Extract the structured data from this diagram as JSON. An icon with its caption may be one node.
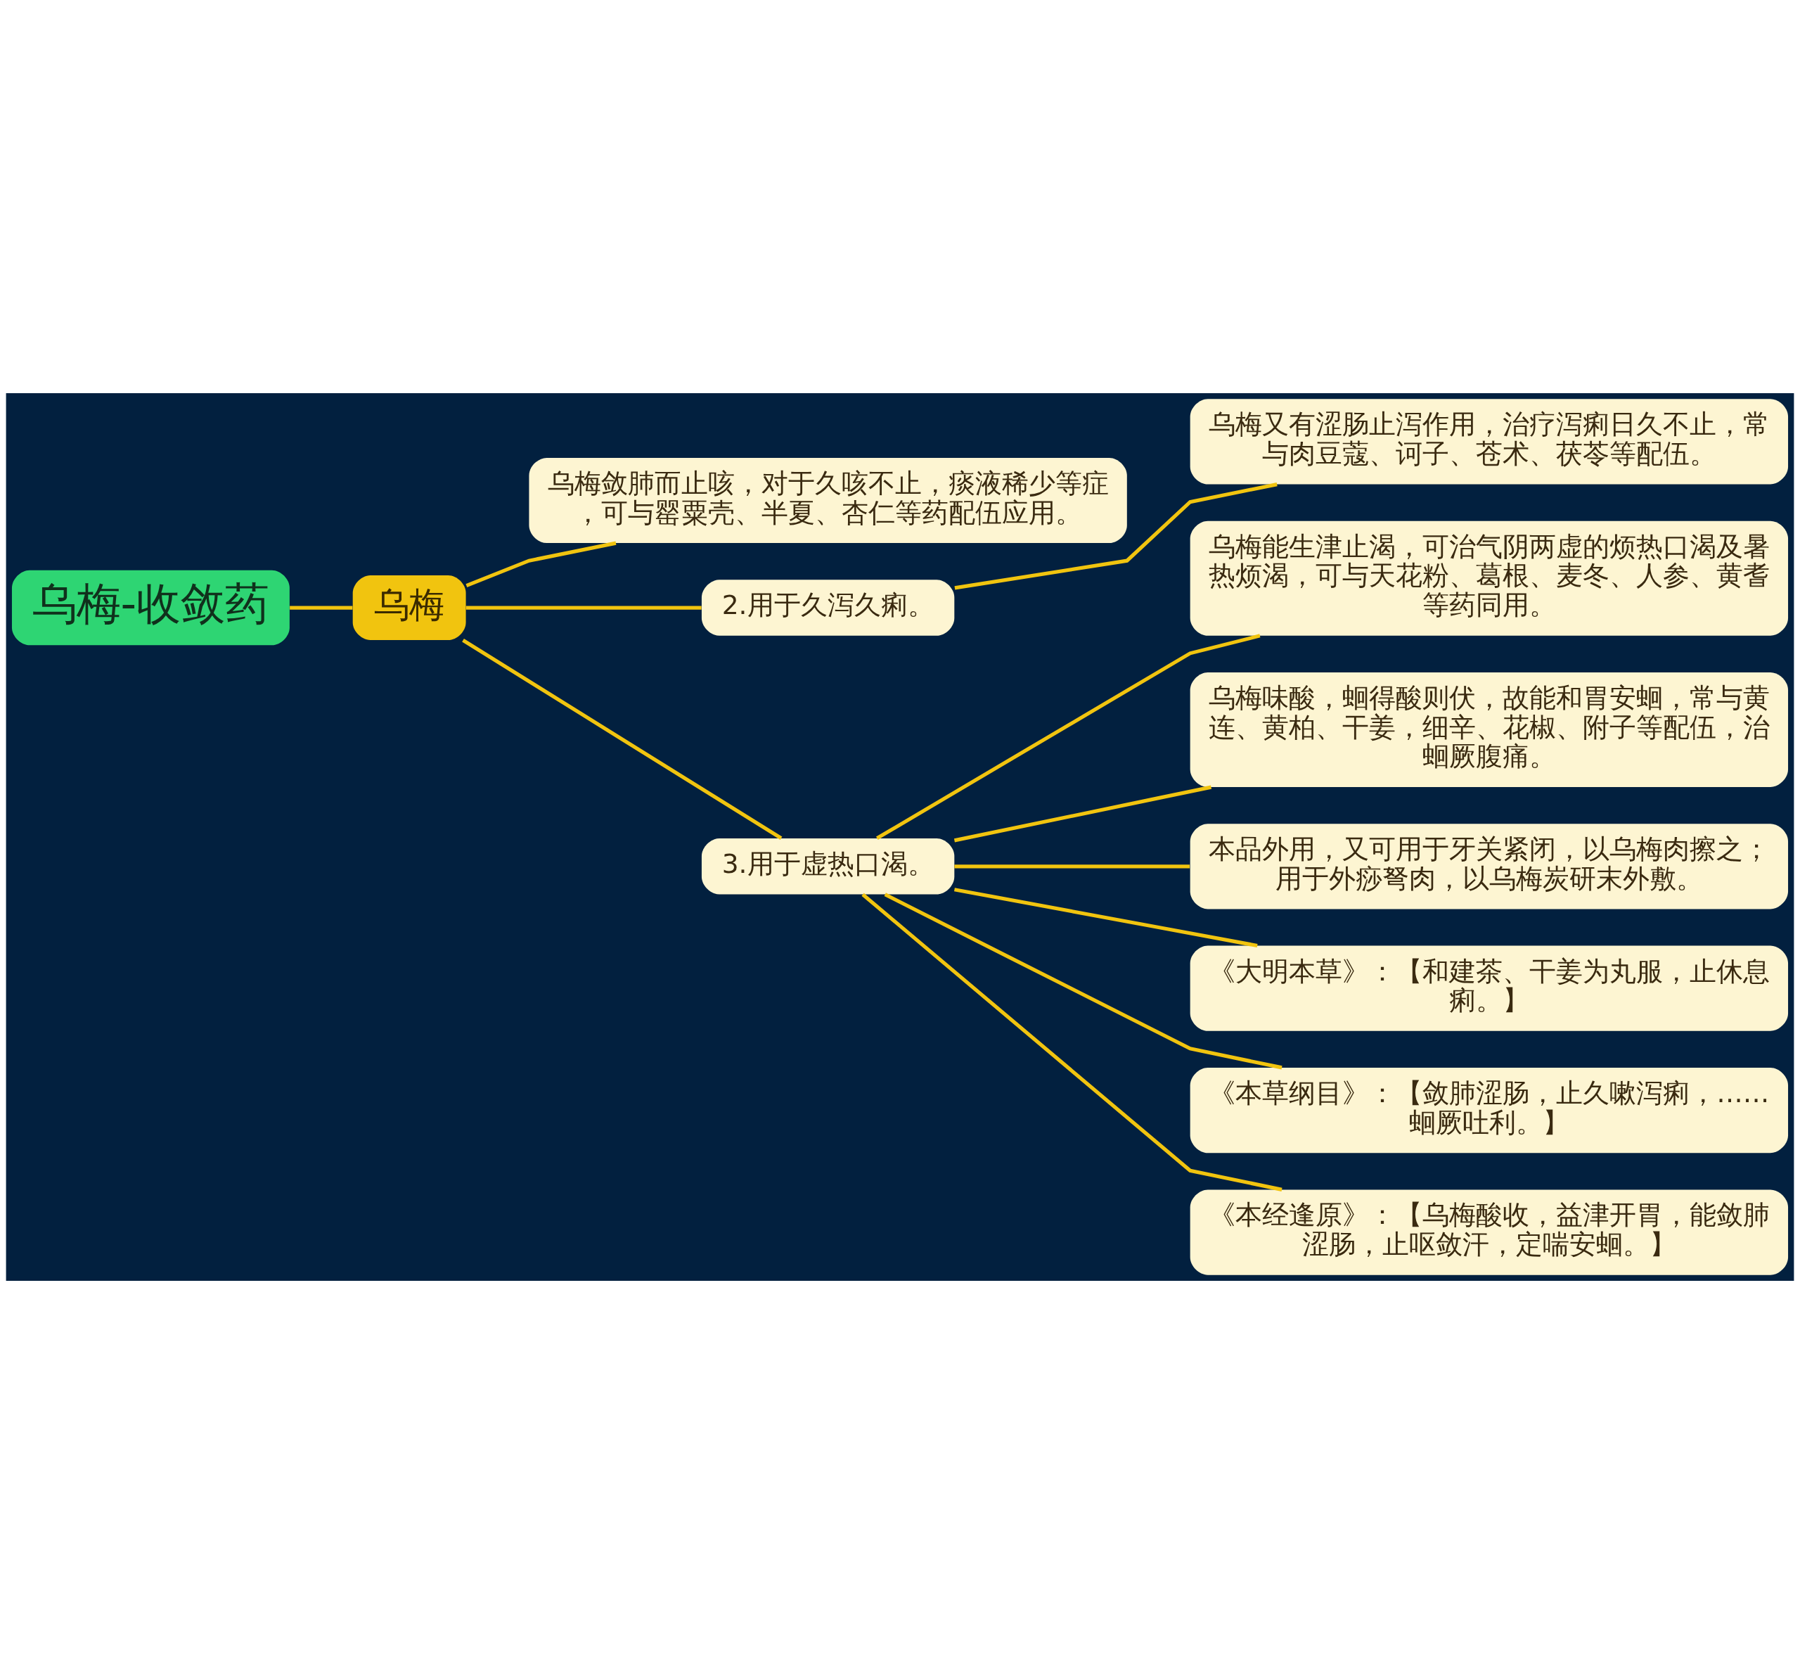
{
  "diagram": {
    "nodes": [
      {
        "text": [
          "乌梅-收敛药"
        ]
      },
      {
        "text": [
          "乌梅"
        ]
      },
      {
        "text": [
          "乌梅敛肺而止咳，对于久咳不止，痰液稀少等症，可与罂粟壳、半夏、杏仁等药配伍应用。"
        ]
      },
      {
        "text": [
          "2.用于久泻久痢。"
        ]
      },
      {
        "text": [
          "乌梅又有涩肠止泻作用，治疗泻痢日久不止，常与肉豆蔻、诃子、苍术、茯苓等配伍。"
        ]
      },
      {
        "text": [
          "3.用于虚热口渴。"
        ]
      },
      {
        "text": [
          "乌梅能生津止渴，可治气阴两虚的烦热口渴及暑热烦渴，可与天花粉、葛根、麦冬、人参、黄耆等药同用。"
        ]
      },
      {
        "text": [
          "乌梅味酸，蛔得酸则伏，故能和胃安蛔，常与黄连、黄柏、干姜，细辛、花椒、附子等配伍，治蛔厥腹痛。"
        ]
      },
      {
        "text": [
          "本品外用，又可用于牙关紧闭，以乌梅肉擦之；用于外痧弩肉，以乌梅炭研末外敷。"
        ]
      },
      {
        "text": [
          "《大明本草》：【和建茶、干姜为丸服，止休息痢。】"
        ]
      },
      {
        "text": [
          "《本草纲目》：【敛肺涩肠，止久嗽泻痢，……蛔厥吐利。】"
        ]
      },
      {
        "text": [
          "《本经逢原》：【乌梅酸收，益津开胃，能敛肺涩肠，止呕敛汗，定喘安蛔。】"
        ]
      }
    ],
    "edges": [
      {
        "from": 0,
        "to": 1,
        "arrow": "none"
      },
      {
        "from": 1,
        "to": 2,
        "arrow": "none"
      },
      {
        "from": 1,
        "to": 3,
        "arrow": "none"
      },
      {
        "from": 3,
        "to": 4,
        "arrow": "none"
      },
      {
        "from": 1,
        "to": 5,
        "arrow": "none"
      },
      {
        "from": 5,
        "to": 6,
        "arrow": "none"
      },
      {
        "from": 5,
        "to": 7,
        "arrow": "none"
      },
      {
        "from": 5,
        "to": 8,
        "arrow": "none"
      },
      {
        "from": 5,
        "to": 9,
        "arrow": "none"
      },
      {
        "from": 5,
        "to": 10,
        "arrow": "none"
      },
      {
        "from": 5,
        "to": 11,
        "arrow": "none"
      }
    ]
  }
}
